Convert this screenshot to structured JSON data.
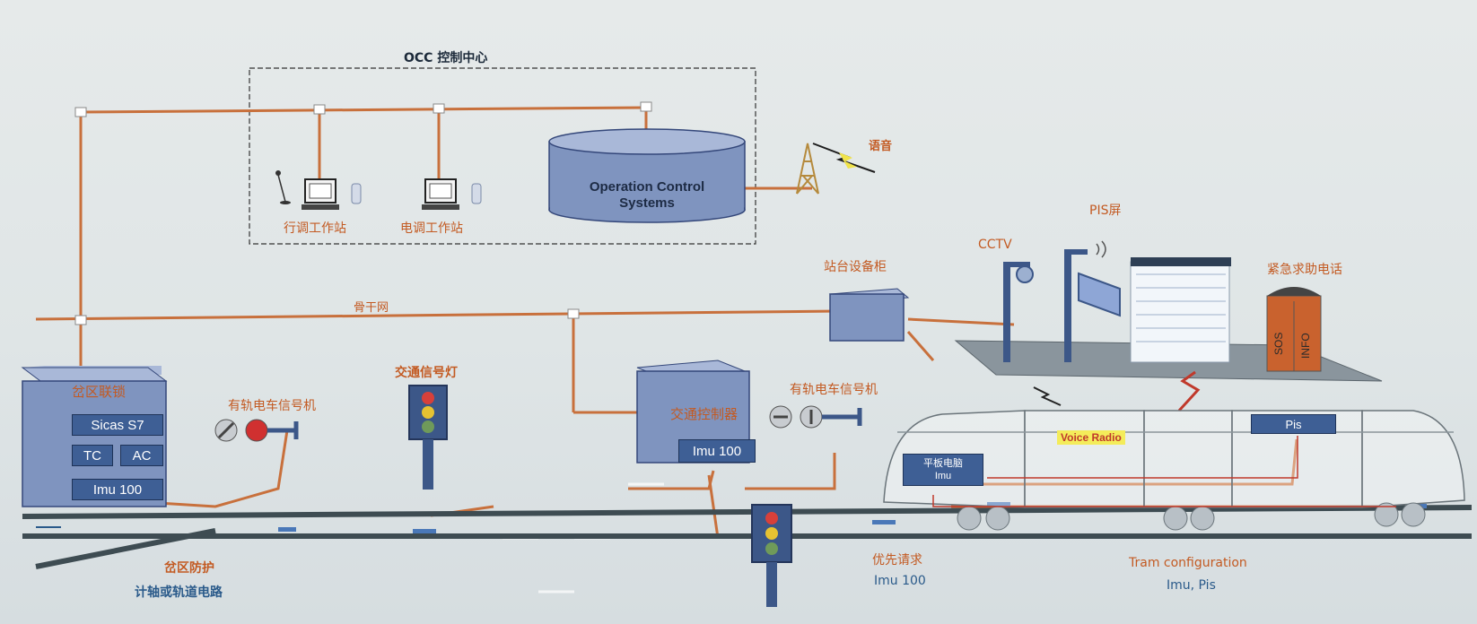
{
  "labels": {
    "occ_title": "OCC 控制中心",
    "ocs_line1": "Operation Control",
    "ocs_line2": "Systems",
    "dispatch_ws": "行调工作站",
    "power_ws": "电调工作站",
    "voice": "语音",
    "pis_screen": "PIS屏",
    "cctv": "CCTV",
    "platform_cabinet": "站台设备柜",
    "emergency_phone": "紧急求助电话",
    "backbone": "骨干网",
    "traffic_light": "交通信号灯",
    "tram_signal_left": "有轨电车信号机",
    "tram_signal_right": "有轨电车信号机",
    "traffic_controller": "交通控制器",
    "traffic_controller_imu": "Imu 100",
    "interlock_title": "岔区联锁",
    "interlock_sicas": "Sicas S7",
    "interlock_tc": "TC",
    "interlock_ac": "AC",
    "interlock_imu": "Imu 100",
    "voice_radio": "Voice Radio",
    "pis_onboard": "Pis",
    "tablet_line1": "平板电脑",
    "tablet_line2": "Imu",
    "sos_label": "SOS",
    "info_label": "INFO",
    "switch_protection": "岔区防护",
    "axle_counter": "计轴或轨道电路",
    "priority_request": "优先请求",
    "priority_imu": "Imu 100",
    "tram_config": "Tram configuration",
    "tram_config_sub": "Imu, Pis"
  },
  "colors": {
    "cable": "#c8703c",
    "box_face": "#7f94bf",
    "box_top": "#a9b8d8",
    "panel": "#3e5f95",
    "rail": "#3e4c52",
    "label_orange": "#c35a22",
    "label_blue": "#2a5a8a"
  }
}
